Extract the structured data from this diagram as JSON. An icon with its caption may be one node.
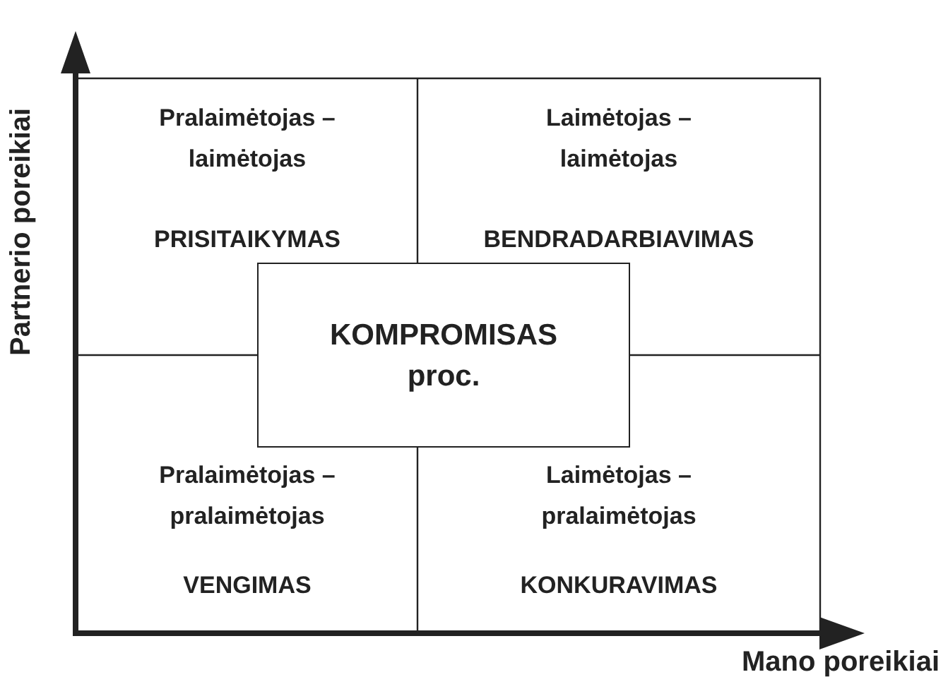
{
  "diagram": {
    "nodes": [
      {
        "text": [
          "Pralaimėtojas – laimėtojas",
          "PRISITAIKYMAS"
        ]
      },
      {
        "text": [
          "Laimėtojas – laimėtojas",
          "BENDRADARBIAVIMAS"
        ]
      },
      {
        "text": [
          "KOMPROMISAS proc."
        ]
      },
      {
        "text": [
          "Pralaimėtojas – pralaimėtojas",
          "VENGIMAS"
        ]
      },
      {
        "text": [
          "Laimėtojas – pralaimėtojas",
          "KONKURAVIMAS"
        ]
      }
    ],
    "edges": [],
    "labels": [
      "Partnerio poreikiai",
      "Mano poreikiai"
    ]
  }
}
